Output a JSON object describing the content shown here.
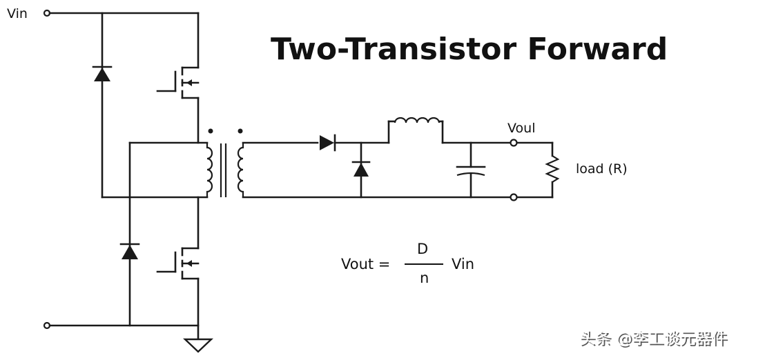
{
  "diagram": {
    "title": "Two-Transistor Forward",
    "labels": {
      "vin": "Vin",
      "vout": "Voul",
      "load": "load (R)"
    },
    "equation": {
      "lhs": "Vout =",
      "numerator": "D",
      "denominator": "n",
      "rhs": "Vin"
    },
    "watermark": "头条 @李工谈元器件"
  }
}
